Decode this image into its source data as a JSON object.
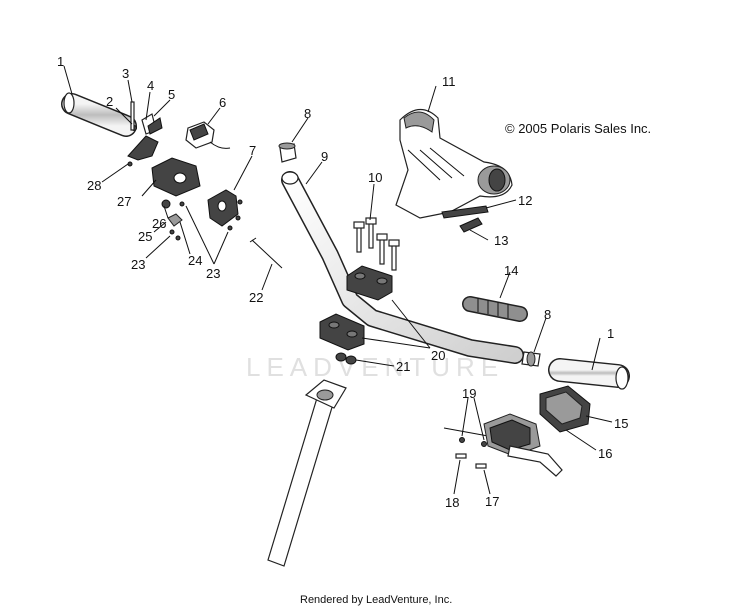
{
  "copyright": "© 2005 Polaris Sales Inc.",
  "footer": "Rendered by LeadVenture, Inc.",
  "watermark": "LEADVENTURE",
  "callouts": {
    "c1a": "1",
    "c2": "2",
    "c3": "3",
    "c4": "4",
    "c5": "5",
    "c6": "6",
    "c7": "7",
    "c8a": "8",
    "c9": "9",
    "c10": "10",
    "c11": "11",
    "c12": "12",
    "c13": "13",
    "c14": "14",
    "c8b": "8",
    "c1b": "1",
    "c15": "15",
    "c16": "16",
    "c17": "17",
    "c18": "18",
    "c19": "19",
    "c20": "20",
    "c21": "21",
    "c22": "22",
    "c23a": "23",
    "c23b": "23",
    "c24": "24",
    "c25": "25",
    "c26": "26",
    "c27": "27",
    "c28": "28"
  }
}
